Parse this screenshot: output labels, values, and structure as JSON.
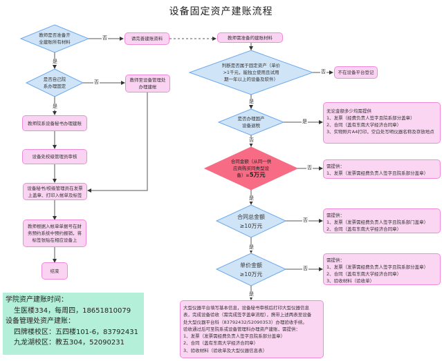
{
  "title": "设备固定资产建账流程",
  "colors": {
    "process_fill": "#fbd3f2",
    "process_border": "#f08ad6",
    "decision_fill": "#cfe4f7",
    "decision_border": "#6aa8ee",
    "highlight_decision_fill": "#f76b84",
    "info_fill": "#b3efd9",
    "line": "#555555"
  },
  "left_flow": {
    "d1": "教师是否准备齐全建账所有材料",
    "d1_line1": "教师是否准备齐",
    "d1_line2": "全建账所有材料",
    "p_complete": "请完善建账资料",
    "d2_line1": "是否自己院",
    "d2_line2": "系办理固定",
    "p_office_line1": "教师至设备管理处",
    "p_office_line2": "办理建帐",
    "p1": "教师院系设备秘书办理建账",
    "p2": "设备处校级管理员审核",
    "p3_line1": "设备秘书/校级管理员在发票",
    "p3_line2": "上盖章、打印入帐单及标签",
    "p4_line1": "教师根据入帐单单据号在财",
    "p4_line2": "务预约系统中预约报销，将",
    "p4_line3": "标签张贴在相应设备上",
    "end": "结束"
  },
  "right_flow": {
    "p_materials": "教师需准备的建账材料",
    "d_fixed_line1": "判断是否属于固定资产（单价",
    "d_fixed_line2": ">1千元，能独立使用且试用",
    "d_fixed_line3": "期一年以上的设备及软件）",
    "p_not_register": "不在设备平台登记",
    "d_tax_line1": "是否办理国产",
    "d_tax_line2": "设备退税",
    "d_5w_line1": "合同金额（从同一供",
    "d_5w_line2": "应商购买同类型设",
    "d_5w_line3_a": "备）≥",
    "d_5w_line3_b": "5万元",
    "d_10w_total_line1": "合同总金额",
    "d_10w_total_line2": "≥10万元",
    "d_10w_unit_line1": "单价金额",
    "d_10w_unit_line2": "≥10万元"
  },
  "notes": {
    "tax": [
      "无论金额多少均需提供",
      "1、发票（经费负责人签字且院系部分盖章）",
      "2、合同（盖有东南大学经济合同章）",
      "3、实物照片A4打印，空白处写明仪器名称及存放地点"
    ],
    "under5w": [
      "需提供：",
      "1、发票（发票需经费负责人签字且院系部分盖章）"
    ],
    "under10w_total": [
      "需提供：",
      "1、发票（发票需经费负责人签字且院系部门盖章）",
      "2、合同（盖有东南大学经济合同章）"
    ],
    "under10w_unit": [
      "需提供：",
      "1、发票（发票需经费负责人签字且院系部分盖章）",
      "2、合同（盖有东南大学经济合同章）",
      "3、验收材料（验收单）"
    ],
    "large": [
      "大型仪器平台填写基本信息，设备秘书审核后打印大型仪器信息",
      "表，完成设备验收（需完成签字盖章流程），携带上述两表至设备",
      "处大型仪器平台科（83792432/52090353）办理验收手续。",
      "验收通过后可至院系或设备管理科办理资产建账，需提供：",
      "1、发票（发票需经费负责人签字且院系部分盖章）",
      "2、合同（盖有东南大学经济合同章）",
      "3、验收材料（验收单及大型仪器信息表）"
    ]
  },
  "labels": {
    "yes": "是",
    "no": "否"
  },
  "info": {
    "college_heading": "学院资产建账时间：",
    "college_detail": "生医楼334，每周四，18651810079",
    "office_heading": "设备管理处资产建账：",
    "campus1": "四牌楼校区：五四楼101-6，83792431",
    "campus2": "九龙湖校区：教五304，52090231"
  }
}
